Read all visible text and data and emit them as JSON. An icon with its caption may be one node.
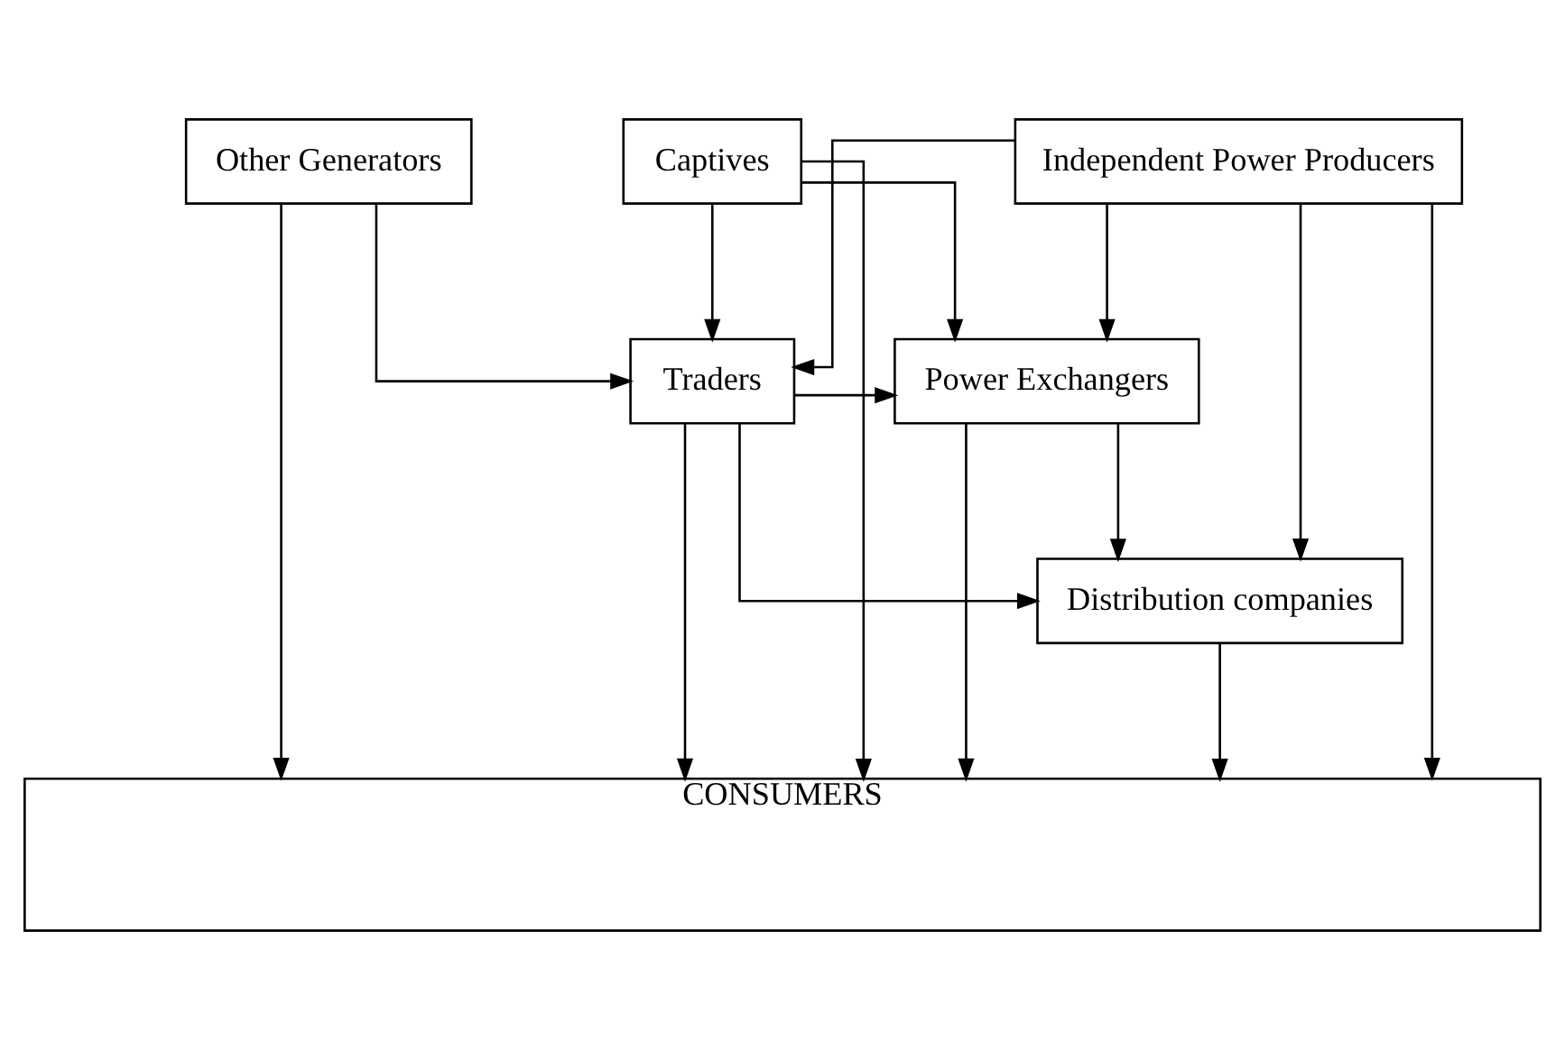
{
  "diagram": {
    "nodes": [
      {
        "text": [
          "Independent Power Producers"
        ]
      },
      {
        "text": [
          "Other Generators"
        ]
      },
      {
        "text": [
          "Captives"
        ]
      },
      {
        "text": [
          "Power Exchangers"
        ]
      },
      {
        "text": [
          "Traders"
        ]
      },
      {
        "text": [
          "Distribution companies"
        ]
      },
      {
        "text": [
          "CONSUMERS"
        ]
      }
    ],
    "edges": [
      {
        "from": 0,
        "to": 6,
        "arrow": "to"
      },
      {
        "from": 0,
        "to": 5,
        "arrow": "to"
      },
      {
        "from": 0,
        "to": 3,
        "arrow": "to"
      },
      {
        "from": 0,
        "to": 4,
        "arrow": "to"
      },
      {
        "from": 1,
        "to": 6,
        "arrow": "to"
      },
      {
        "from": 1,
        "to": 4,
        "arrow": "to"
      },
      {
        "from": 2,
        "to": 3,
        "arrow": "to"
      },
      {
        "from": 2,
        "to": 4,
        "arrow": "to"
      },
      {
        "from": 2,
        "to": 6,
        "arrow": "to"
      },
      {
        "from": 4,
        "to": 3,
        "arrow": "to"
      },
      {
        "from": 3,
        "to": 6,
        "arrow": "to"
      },
      {
        "from": 3,
        "to": 5,
        "arrow": "to"
      },
      {
        "from": 5,
        "to": 6,
        "arrow": "to"
      },
      {
        "from": 4,
        "to": 6,
        "arrow": "to"
      },
      {
        "from": 4,
        "to": 5,
        "arrow": "to"
      }
    ]
  }
}
